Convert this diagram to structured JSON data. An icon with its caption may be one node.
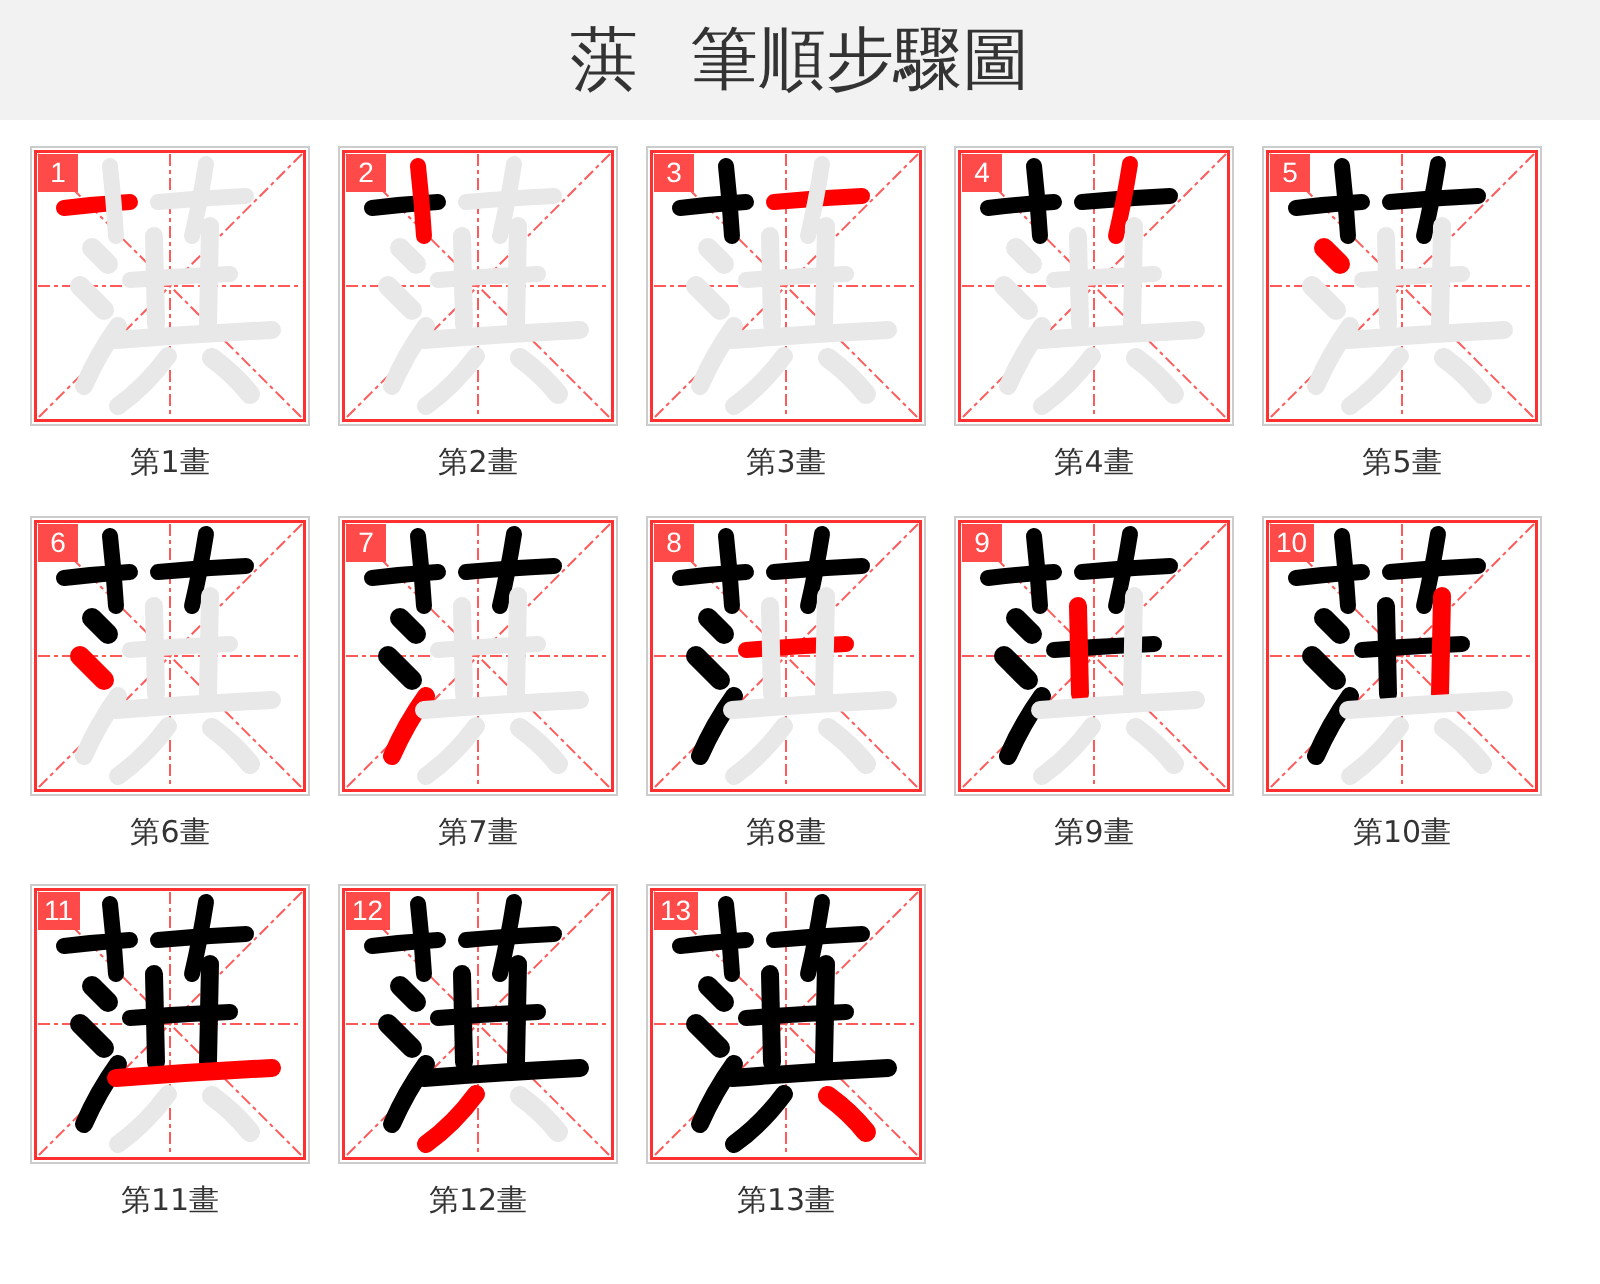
{
  "diagram": {
    "title": "葓 筆順步驟圖",
    "nodes": [
      {
        "text": [
          "1"
        ],
        "beside": [
          "第1畫"
        ]
      },
      {
        "text": [
          "2"
        ],
        "beside": [
          "第2畫"
        ]
      },
      {
        "text": [
          "3"
        ],
        "beside": [
          "第3畫"
        ]
      },
      {
        "text": [
          "4"
        ],
        "beside": [
          "第4畫"
        ]
      },
      {
        "text": [
          "5"
        ],
        "beside": [
          "第5畫"
        ]
      },
      {
        "text": [
          "6"
        ],
        "beside": [
          "第6畫"
        ]
      },
      {
        "text": [
          "7"
        ],
        "beside": [
          "第7畫"
        ]
      },
      {
        "text": [
          "8"
        ],
        "beside": [
          "第8畫"
        ]
      },
      {
        "text": [
          "9"
        ],
        "beside": [
          "第9畫"
        ]
      },
      {
        "text": [
          "10"
        ],
        "beside": [
          "第10畫"
        ]
      },
      {
        "text": [
          "11"
        ],
        "beside": [
          "第11畫"
        ]
      },
      {
        "text": [
          "12"
        ],
        "beside": [
          "第12畫"
        ]
      },
      {
        "text": [
          "13"
        ],
        "beside": [
          "第13畫"
        ]
      }
    ]
  }
}
